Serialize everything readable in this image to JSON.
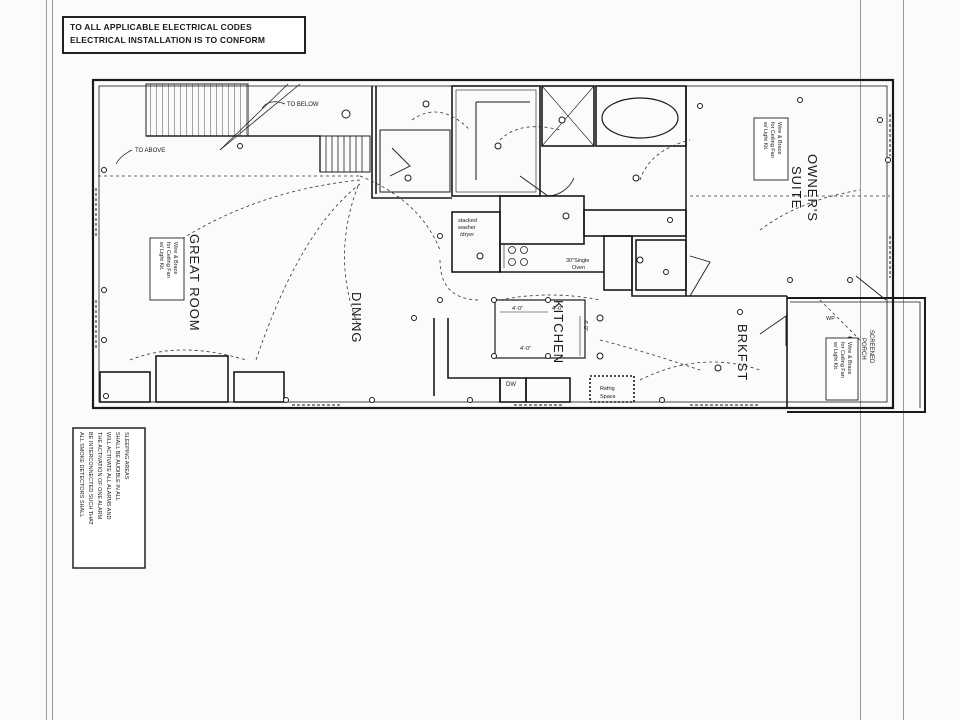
{
  "notes": {
    "code_line1": "TO ALL APPLICABLE ELECTRICAL CODES",
    "code_line2": "ELECTRICAL INSTALLATION IS TO CONFORM",
    "smoke": [
      "ALL SMOKE DETECTORS SHALL",
      "BE INTERCONNECTED SUCH THAT",
      "THE ACTIVATION OF ONE ALARM",
      "WILL ACTIVATE ALL ALARMS AND",
      "SHALL BE AUDIBLE IN ALL",
      "SLEEPING AREAS"
    ]
  },
  "rooms": {
    "great_room": "GREAT ROOM",
    "dining": "DINING",
    "kitchen": "KITCHEN",
    "brkfst": "BRKFST",
    "owners": "OWNER'S",
    "suite": "SUITE",
    "screened": "SCREENED",
    "porch": "PORCH"
  },
  "stairs": {
    "to_below": "TO BELOW",
    "to_above": "TO ABOVE"
  },
  "fan_notes": {
    "line1": "Wire & Brace",
    "line2": "for Ceiling Fan",
    "line3": "w/ Light Kit."
  },
  "appliances": {
    "washer1": "stacked",
    "washer2": "washer",
    "washer3": "/dryer",
    "oven1": "30\"Single",
    "oven2": "Oven",
    "dw": "DW",
    "refrig1": "Refrig",
    "refrig2": "Space",
    "wp": "WP"
  },
  "dims": {
    "d1": "4'-0\"",
    "d2": "4'-0\"",
    "d3": "4'-0\"",
    "d4": "4'-0\""
  }
}
